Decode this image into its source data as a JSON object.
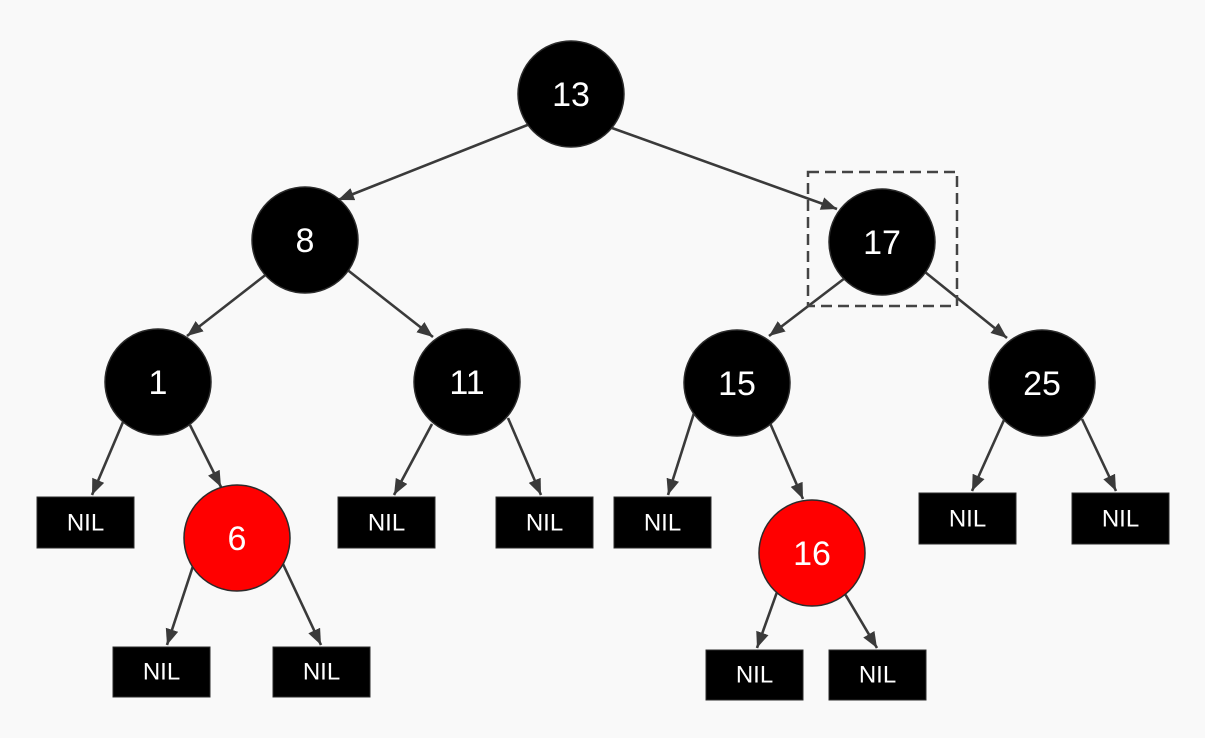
{
  "colors": {
    "background": "#f9f9f9",
    "edge": "#3a3a3a",
    "highlight": "#444444",
    "black_node": "#000000",
    "red_node": "#ff0000",
    "label_text": "#ffffff"
  },
  "tree": {
    "nodes": [
      {
        "key": "13",
        "color": "black",
        "fill": "#000000"
      },
      {
        "key": "8",
        "color": "black",
        "fill": "#000000"
      },
      {
        "key": "17",
        "color": "black",
        "fill": "#000000",
        "highlighted": true
      },
      {
        "key": "1",
        "color": "black",
        "fill": "#000000"
      },
      {
        "key": "11",
        "color": "black",
        "fill": "#000000"
      },
      {
        "key": "15",
        "color": "black",
        "fill": "#000000"
      },
      {
        "key": "25",
        "color": "black",
        "fill": "#000000"
      },
      {
        "key": "6",
        "color": "red",
        "fill": "#ff0000"
      },
      {
        "key": "16",
        "color": "red",
        "fill": "#ff0000"
      }
    ],
    "leaves": [
      {
        "label": "NIL"
      },
      {
        "label": "NIL"
      },
      {
        "label": "NIL"
      },
      {
        "label": "NIL"
      },
      {
        "label": "NIL"
      },
      {
        "label": "NIL"
      },
      {
        "label": "NIL"
      },
      {
        "label": "NIL"
      },
      {
        "label": "NIL"
      },
      {
        "label": "NIL"
      }
    ]
  }
}
